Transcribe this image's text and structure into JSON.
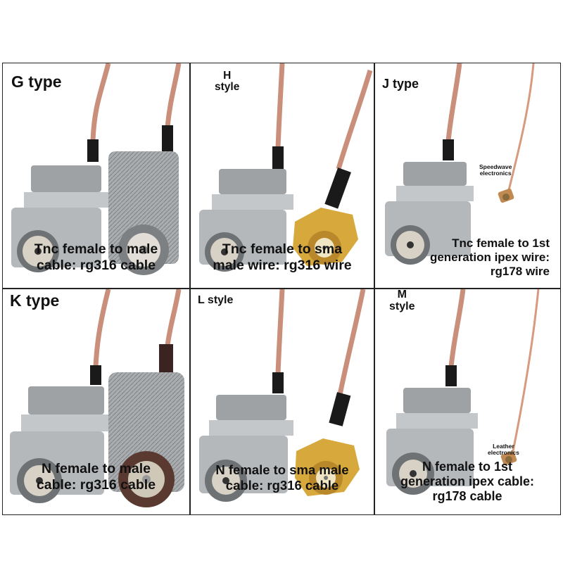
{
  "panels": [
    {
      "id": "G",
      "type_lines": [
        "G type"
      ],
      "caption_lines": [
        "Tnc female to male",
        "cable: rg316 cable"
      ]
    },
    {
      "id": "H",
      "type_lines": [
        "H",
        "style"
      ],
      "caption_lines": [
        "Tnc female to sma",
        "male wire: rg316 wire"
      ]
    },
    {
      "id": "J",
      "type_lines": [
        "J type"
      ],
      "caption_lines": [
        "Tnc female to 1st",
        "generation ipex wire:",
        "rg178 wire"
      ],
      "brand_lines": [
        "Speedwave",
        "electronics"
      ]
    },
    {
      "id": "K",
      "type_lines": [
        "K type"
      ],
      "caption_lines": [
        "N female to male",
        "cable: rg316 cable"
      ]
    },
    {
      "id": "L",
      "type_lines": [
        "L style"
      ],
      "caption_lines": [
        "N female to sma male",
        "cable: rg316 cable"
      ]
    },
    {
      "id": "M",
      "type_lines": [
        "M",
        "style"
      ],
      "caption_lines": [
        "N female to 1st",
        "generation ipex cable:",
        "rg178 cable"
      ],
      "brand_lines": [
        "Leather",
        "electronics"
      ]
    }
  ],
  "colors": {
    "cable": "#c98f7a",
    "nickel": "#b9bcbf",
    "gold": "#d7a93c",
    "black": "#1a1a1a"
  }
}
